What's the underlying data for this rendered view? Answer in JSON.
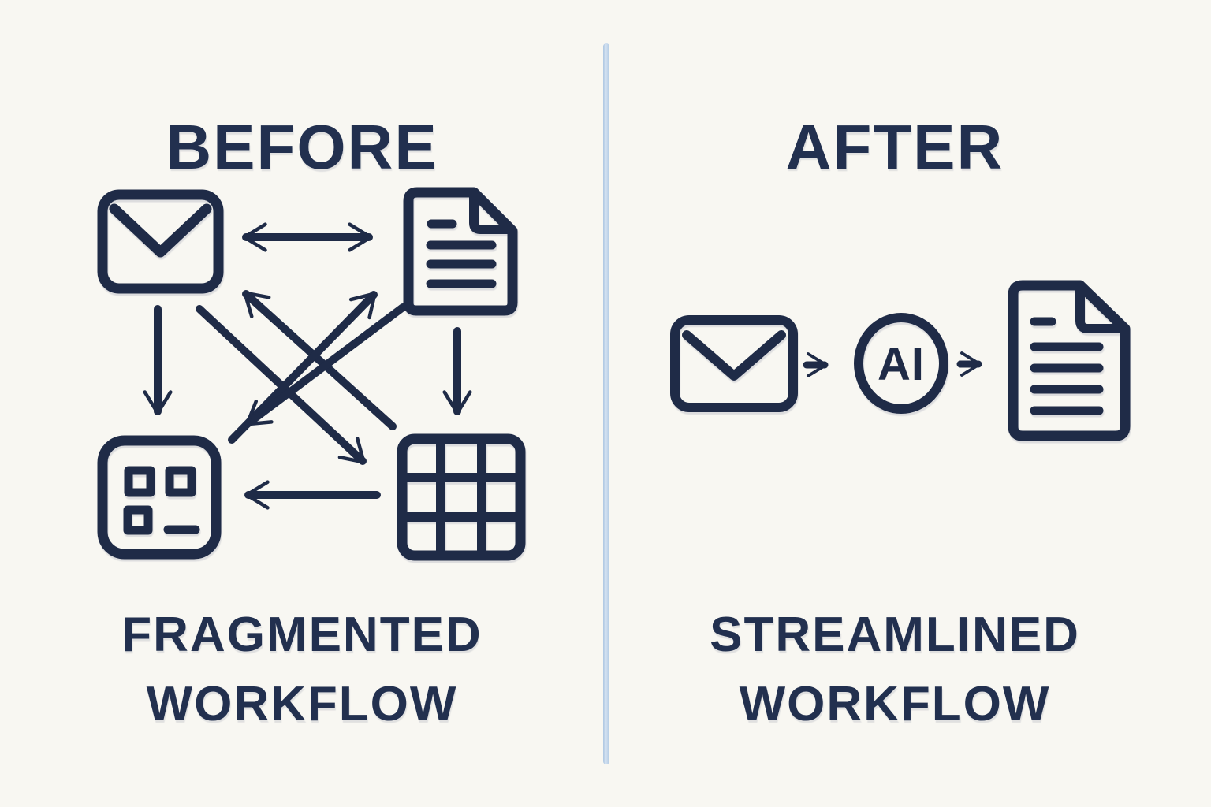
{
  "page": {
    "background_color": "#f8f7f2",
    "ink_color": "#1f2b47",
    "divider_color": "#b9cfe6"
  },
  "left_panel": {
    "title": "BEFORE",
    "caption": {
      "line1": "FRAGMENTED",
      "line2": "WORKFLOW"
    },
    "nodes": [
      {
        "id": "email",
        "icon": "envelope-icon"
      },
      {
        "id": "document",
        "icon": "document-icon"
      },
      {
        "id": "form",
        "icon": "form-app-icon"
      },
      {
        "id": "spreadsheet",
        "icon": "spreadsheet-grid-icon"
      }
    ],
    "connections": [
      {
        "from": "email",
        "to": "document",
        "type": "bidirectional"
      },
      {
        "from": "email",
        "to": "form",
        "type": "arrow"
      },
      {
        "from": "email",
        "to": "spreadsheet",
        "type": "arrow"
      },
      {
        "from": "document",
        "to": "spreadsheet",
        "type": "arrow"
      },
      {
        "from": "document",
        "to": "form",
        "type": "arrow"
      },
      {
        "from": "form",
        "to": "document",
        "type": "arrow"
      },
      {
        "from": "spreadsheet",
        "to": "email",
        "type": "arrow"
      },
      {
        "from": "spreadsheet",
        "to": "form",
        "type": "arrow"
      }
    ]
  },
  "right_panel": {
    "title": "AFTER",
    "ai_badge_label": "AI",
    "caption": {
      "line1": "STREAMLINED",
      "line2": "WORKFLOW"
    },
    "flow": [
      {
        "id": "email",
        "icon": "envelope-icon"
      },
      {
        "id": "ai",
        "icon": "ai-circle-badge"
      },
      {
        "id": "document",
        "icon": "document-icon"
      }
    ]
  }
}
